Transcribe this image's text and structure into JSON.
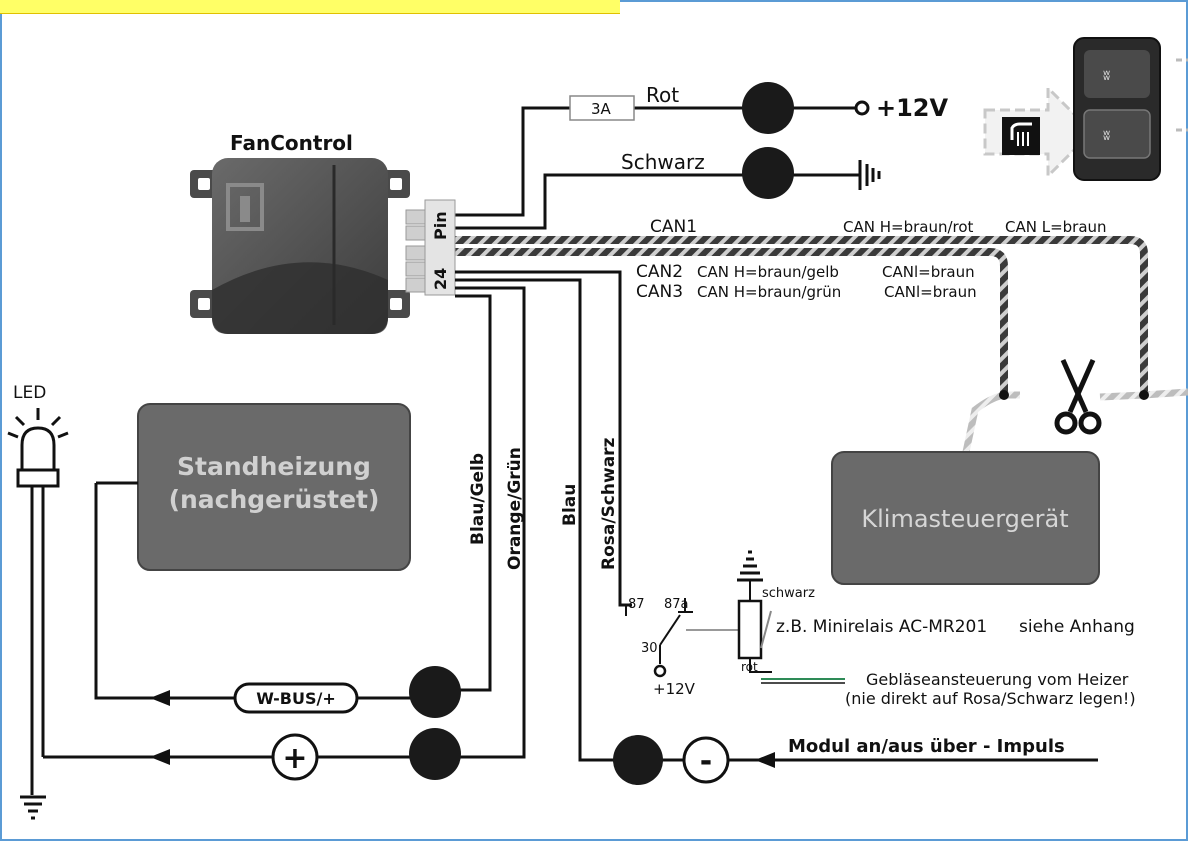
{
  "device": {
    "name": "FanControl",
    "connector_top": "Pin",
    "connector_bottom": "24"
  },
  "power": {
    "fuse": "3A",
    "wire_red": "Rot",
    "supply": "+12V",
    "wire_black": "Schwarz"
  },
  "can": {
    "can1": "CAN1",
    "can1_h": "CAN H=braun/rot",
    "can1_l": "CAN L=braun",
    "can2": "CAN2",
    "can2_h": "CAN H=braun/gelb",
    "can2_l": "CANl=braun",
    "can3": "CAN3",
    "can3_h": "CAN H=braun/grün",
    "can3_l": "CANl=braun"
  },
  "boxes": {
    "heater_line1": "Standheizung",
    "heater_line2": "(nachgerüstet)",
    "climate": "Klimasteuergerät"
  },
  "wires": {
    "blau_gelb": "Blau/Gelb",
    "orange_gruen": "Orange/Grün",
    "blau": "Blau",
    "rosa_schwarz": "Rosa/Schwarz"
  },
  "led": "LED",
  "bus": {
    "wbus": "W-BUS/+",
    "plus": "+",
    "minus": "-"
  },
  "module_text": "Modul an/aus über - Impuls",
  "relay": {
    "pin87": "87",
    "pin87a": "87a",
    "pin30": "30",
    "supply": "+12V",
    "ground": "schwarz",
    "red": "rot",
    "name": "z.B. Minirelais AC-MR201",
    "note": "siehe Anhang",
    "blower1": "Gebläseansteuerung vom Heizer",
    "blower2": "(nie direkt auf Rosa/Schwarz legen!)"
  },
  "icons": [
    "fan-control-device",
    "seat-heating-switch",
    "scissors-icon",
    "ground-symbol",
    "fuse",
    "led-lamp",
    "relay"
  ]
}
